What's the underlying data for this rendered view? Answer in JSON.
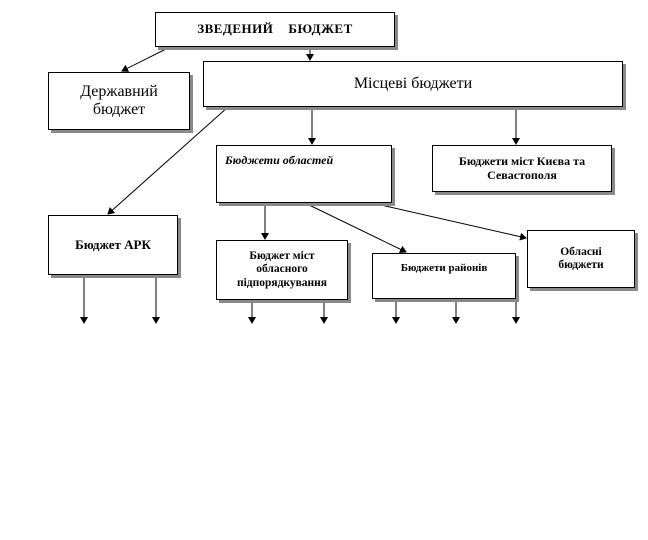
{
  "diagram": {
    "nodes": {
      "consolidated": "ЗВЕДЕНИЙ    БЮДЖЕТ",
      "state": "Державний бюджет",
      "local": "Місцеві бюджети",
      "oblast": "Бюджети областей",
      "kyiv_sevastopol": "Бюджети міст Києва та Севастополя",
      "ark": "Бюджет АРК",
      "oblast_cities": "Бюджет міст обласного підпорядкування",
      "rayon": "Бюджети районів",
      "rural": "Обласні бюджети"
    },
    "edges": [
      {
        "from": "consolidated",
        "to": "state"
      },
      {
        "from": "consolidated",
        "to": "local"
      },
      {
        "from": "local",
        "to": "ark"
      },
      {
        "from": "local",
        "to": "oblast"
      },
      {
        "from": "local",
        "to": "kyiv_sevastopol"
      },
      {
        "from": "oblast",
        "to": "oblast_cities"
      },
      {
        "from": "oblast",
        "to": "rayon"
      },
      {
        "from": "oblast",
        "to": "rural"
      }
    ],
    "line_color": "#000000",
    "shadow_color": "#8a8a8a"
  }
}
